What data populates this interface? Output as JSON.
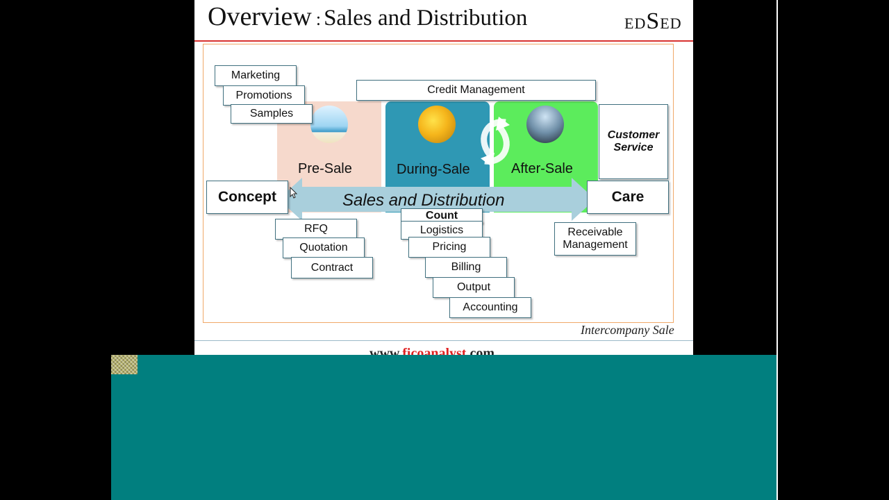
{
  "slide": {
    "title_main": "Overview",
    "title_sep": ":",
    "title_sub": "Sales and Distribution",
    "logo_left": "ED",
    "logo_mid": "S",
    "logo_right": "ED",
    "intercompany": "Intercompany Sale",
    "footer_url_a": "www.",
    "footer_url_b": "fico",
    "footer_url_c": "analyst",
    "footer_url_d": ".com"
  },
  "diagram": {
    "pre_items": [
      "Marketing",
      "Promotions",
      "Samples"
    ],
    "credit": "Credit Management",
    "phases": {
      "pre": "Pre-Sale",
      "during": "During-Sale",
      "after": "After-Sale"
    },
    "customer_service": "Customer Service",
    "concept": "Concept",
    "care": "Care",
    "banner": "Sales and Distribution",
    "count": "Count",
    "concept_items": [
      "RFQ",
      "Quotation",
      "Contract"
    ],
    "during_items": [
      "Logistics",
      "Pricing",
      "Billing",
      "Output",
      "Accounting"
    ],
    "receivable": "Receivable Management"
  },
  "colors": {
    "pre_bg": "#f6d9cc",
    "during_bg": "#2f98b4",
    "after_bg": "#5cec5c",
    "arrow": "#a9cfdc",
    "overlay": "#017f7f",
    "title_rule": "#d8312f"
  }
}
